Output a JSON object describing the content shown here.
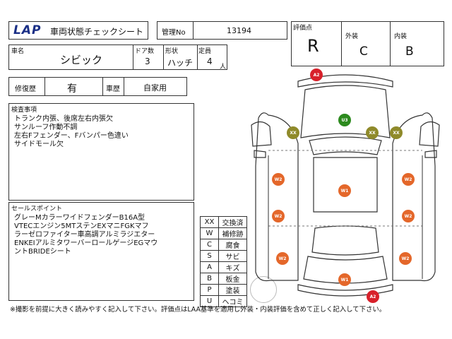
{
  "header": {
    "logo_text": "LAP",
    "title": "車両状態チェックシート",
    "mgmt_label": "管理No",
    "mgmt_value": "13194"
  },
  "grades": {
    "score_label": "評価点",
    "score_value": "R",
    "exterior_label": "外装",
    "exterior_value": "C",
    "interior_label": "内装",
    "interior_value": "B"
  },
  "vehicle": {
    "name_label": "車名",
    "name_value": "シビック",
    "doors_label": "ドア数",
    "doors_value": "3",
    "shape_label": "形状",
    "shape_value": "ハッチ",
    "capacity_label": "定員",
    "capacity_value": "4",
    "capacity_unit": "人"
  },
  "repair": {
    "history_label": "修復歴",
    "history_value": "有",
    "type_label": "車歴",
    "type_value": "自家用"
  },
  "inspection": {
    "label": "検査事項",
    "lines": [
      "トランク内張、後席左右内張欠",
      "サンルーフ作動不調",
      "左右Fフェンダー、Fバンパー色違い",
      "サイドモール欠"
    ]
  },
  "sales": {
    "label": "セールスポイント",
    "lines": [
      "グレーMカラーワイドフェンダーB16A型",
      "VTECエンジン5MTステンEXマニFGKマフ",
      "ラーゼロファイター車高調アルミラジエター",
      "ENKEIアルミタワーバーロールゲージEGマウ",
      "ントBRIDEシート"
    ]
  },
  "codes": [
    {
      "code": "XX",
      "meaning": "交換済"
    },
    {
      "code": "W",
      "meaning": "補修跡"
    },
    {
      "code": "C",
      "meaning": "腐食"
    },
    {
      "code": "S",
      "meaning": "サビ"
    },
    {
      "code": "A",
      "meaning": "キズ"
    },
    {
      "code": "B",
      "meaning": "板金"
    },
    {
      "code": "P",
      "meaning": "塗装"
    },
    {
      "code": "U",
      "meaning": "ヘコミ"
    }
  ],
  "markers": {
    "a2": "A2",
    "u3": "U3",
    "xx": "XX",
    "w2": "W2",
    "w1": "W1"
  },
  "colors": {
    "orange": "#e4672a",
    "red": "#d8212b",
    "green": "#2c8a1e",
    "olive": "#8f8a2a",
    "logo_blue": "#1a2f86"
  },
  "footer": {
    "note": "※撮影を前提に大きく読みやすく記入して下さい。評価点はLAA基準を適用し外装・内装評価を含めて正しく記入して下さい。"
  }
}
